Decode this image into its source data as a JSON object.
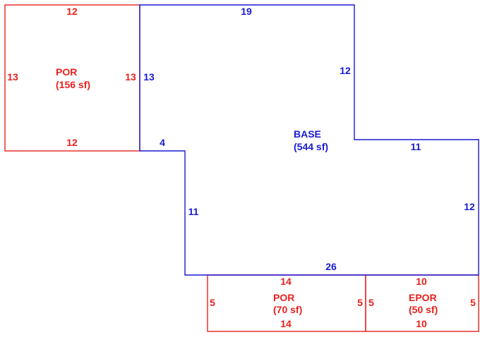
{
  "colors": {
    "base": "#1a1ad0",
    "addition": "#e8211d",
    "background": "#ffffff"
  },
  "areas": {
    "por_left": {
      "name": "POR",
      "area": "(156 sf)",
      "dims": {
        "top": "12",
        "bottom": "12",
        "left": "13",
        "right": "13"
      }
    },
    "base": {
      "name": "BASE",
      "area": "(544 sf)",
      "dims": {
        "top": "19",
        "left_upper": "13",
        "step_left": "4",
        "left_lower": "11",
        "right_upper": "12",
        "step_right": "11",
        "right_lower": "12",
        "bottom": "26"
      }
    },
    "por_bottom": {
      "name": "POR",
      "area": "(70 sf)",
      "dims": {
        "top": "14",
        "bottom": "14",
        "left": "5",
        "right": "5"
      }
    },
    "epor": {
      "name": "EPOR",
      "area": "(50 sf)",
      "dims": {
        "top": "10",
        "bottom": "10",
        "left": "5",
        "right": "5"
      }
    }
  }
}
